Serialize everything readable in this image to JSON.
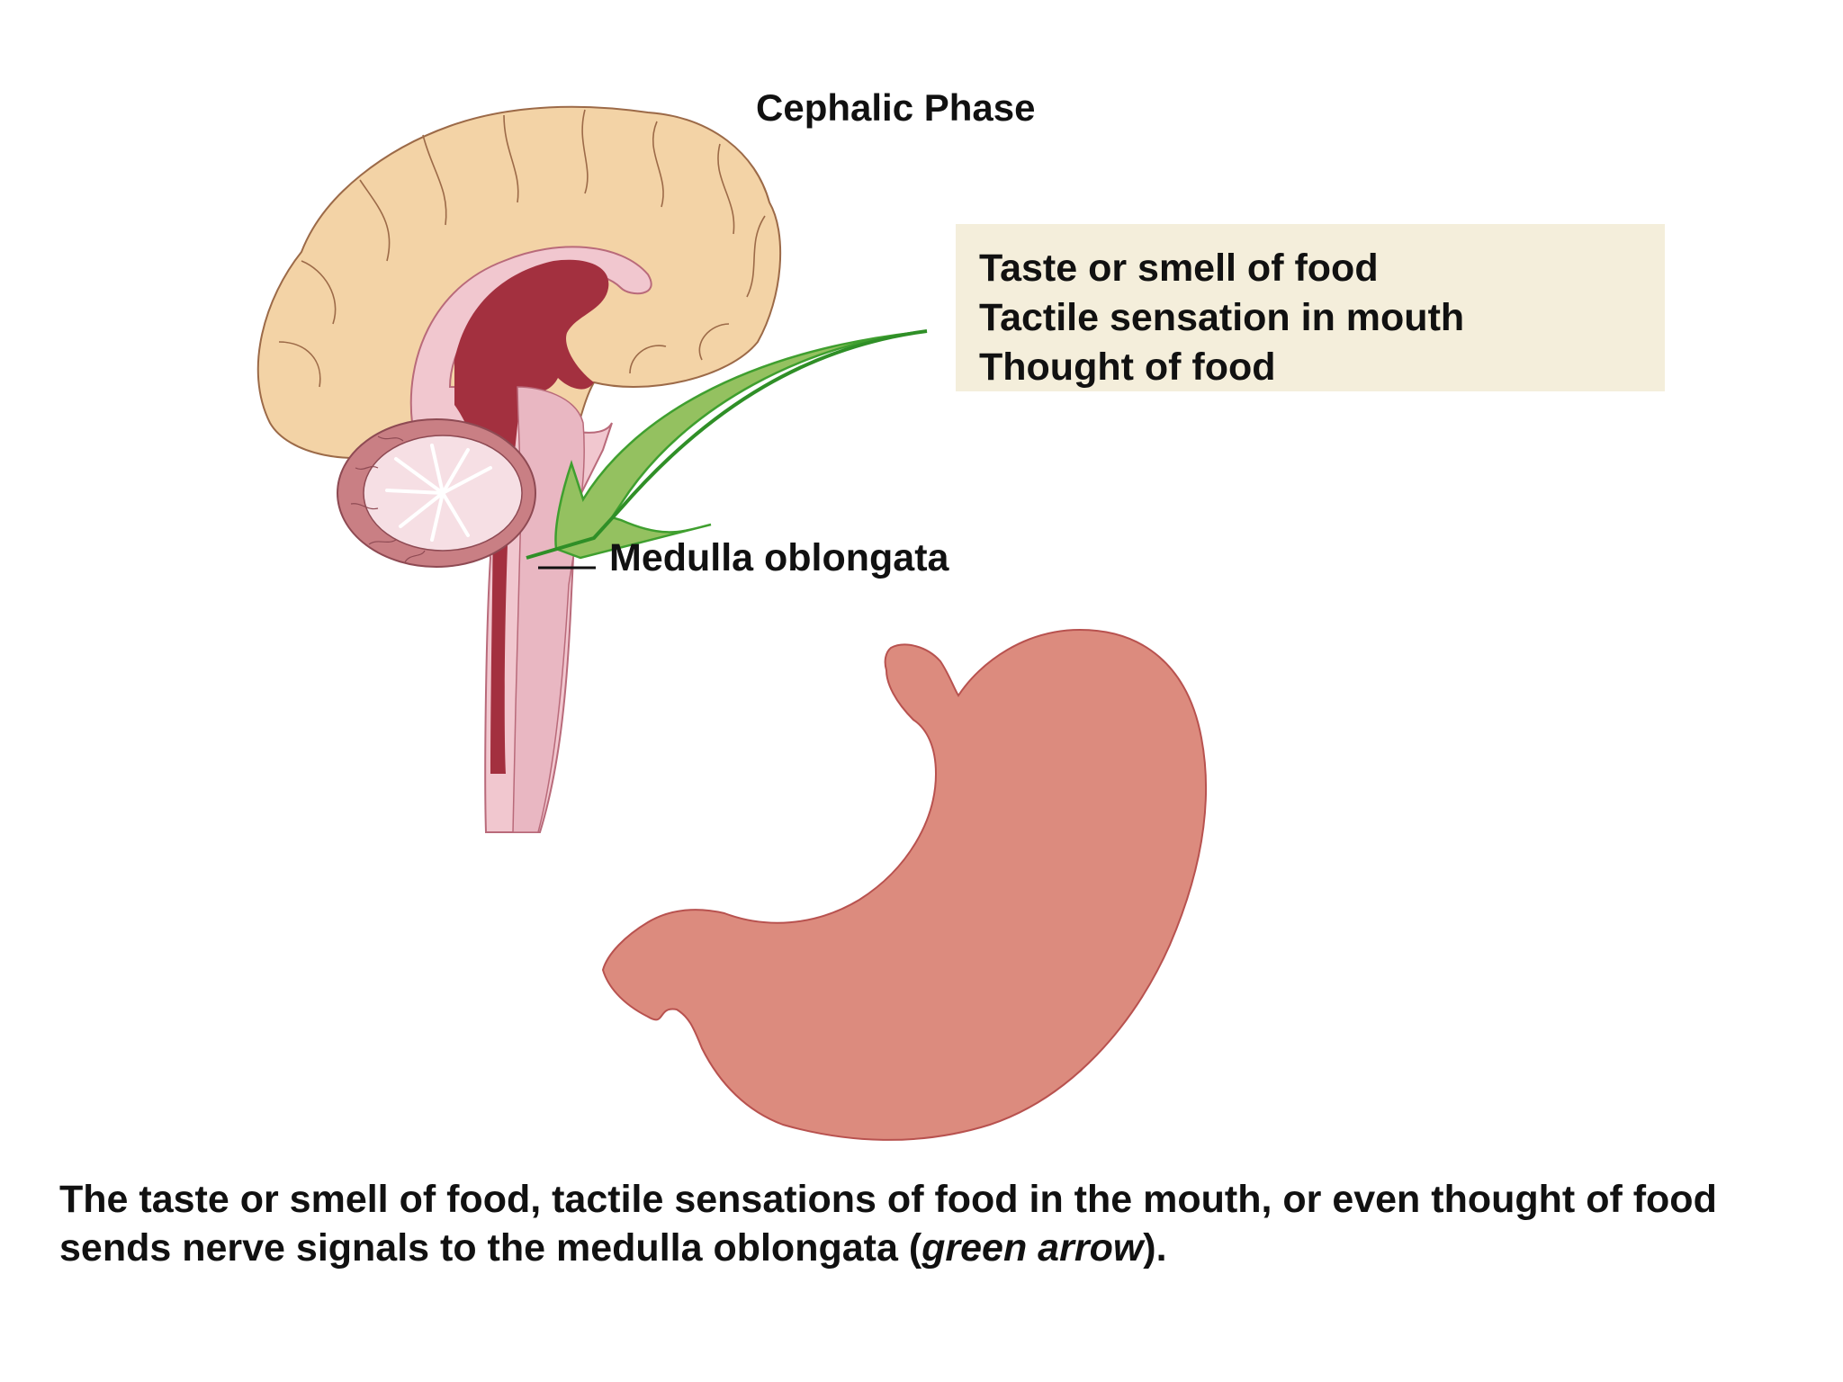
{
  "title": "Cephalic Phase",
  "stimuli": [
    "Taste or smell of food",
    "Tactile sensation in mouth",
    "Thought of food"
  ],
  "labels": {
    "medulla": "Medulla oblongata"
  },
  "caption": {
    "text_before": "The taste or smell of food, tactile sensations of food in the mouth, or even thought of food sends nerve signals to the medulla oblongata (",
    "emphasis": "green arrow",
    "text_after": ")."
  },
  "colors": {
    "cerebrum": "#f3d3a6",
    "brain_outline": "#9c6a48",
    "inner_brain": "#f1c7cf",
    "ventricle": "#a3303f",
    "cerebellum": "#c97f84",
    "brainstem": "#e9b7c2",
    "arrow_fill": "#94c160",
    "arrow_edge": "#3f9f2f",
    "stomach_fill": "#dc8b7e",
    "stomach_outline": "#b8524f",
    "stimulus_box": "#f4eedb"
  },
  "icons": {
    "brain": "brain-sagittal-icon",
    "stomach": "stomach-icon",
    "arrow": "green-arrow-icon"
  }
}
